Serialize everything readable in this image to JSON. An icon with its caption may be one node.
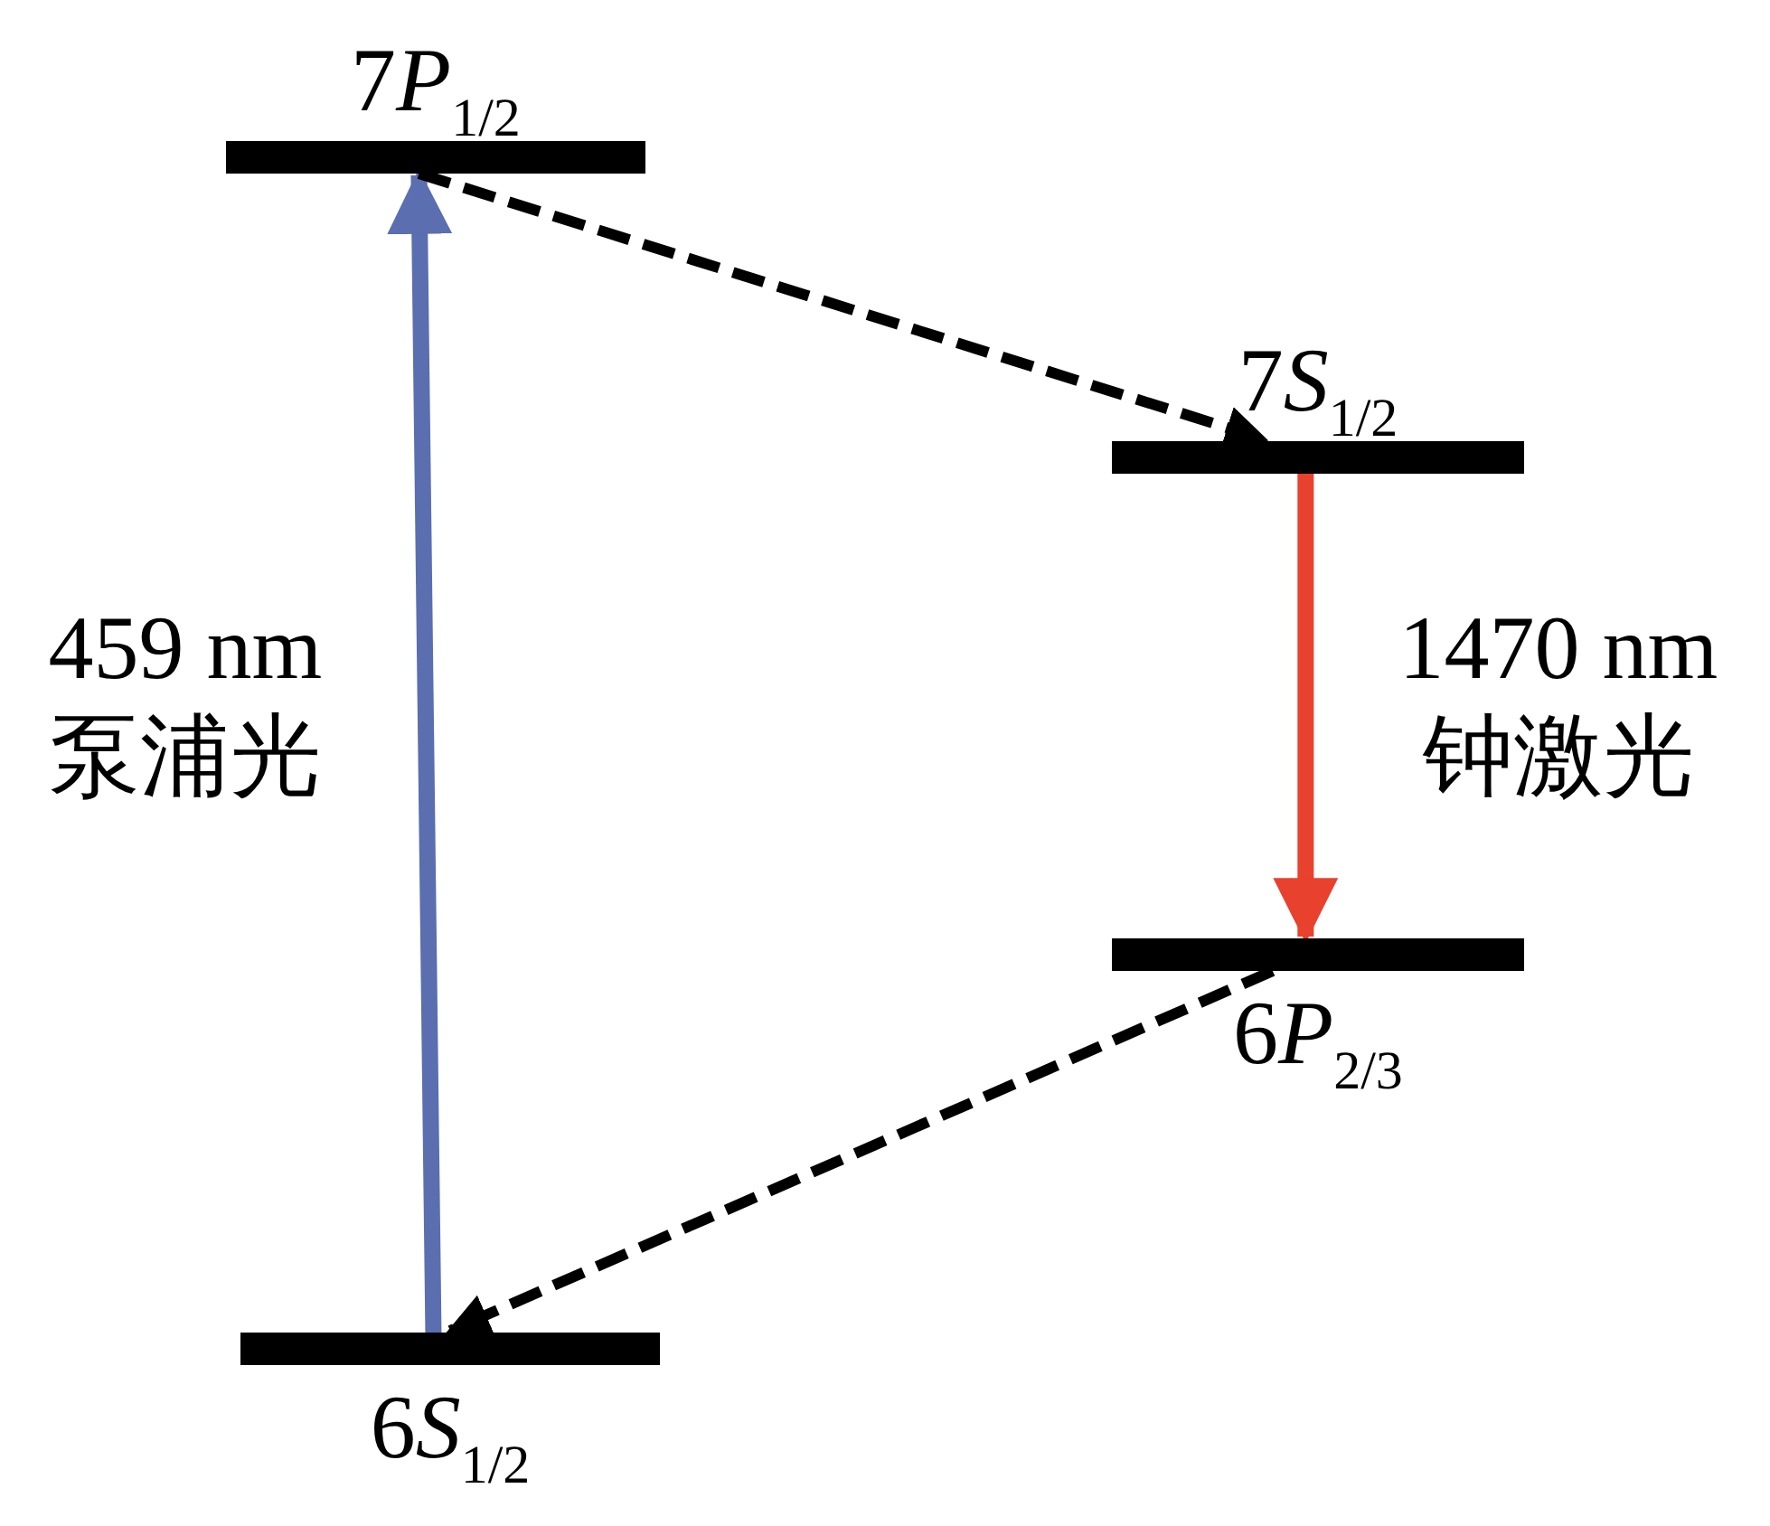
{
  "diagram": {
    "nodes": [
      {
        "text": [
          "7P$_{1/2}$"
        ]
      },
      {
        "text": [
          "7S$_{1/2}$"
        ]
      },
      {
        "text": [
          "6P$_{2/3}$"
        ]
      },
      {
        "text": [
          "6S$_{1/2}$"
        ]
      }
    ],
    "edges": [
      {
        "from": 3,
        "to": 0,
        "arrow": "to",
        "label": "459 nm 泵浦光",
        "color": "#5a6eb0"
      },
      {
        "from": 0,
        "to": 1,
        "arrow": "to",
        "style": "dashed"
      },
      {
        "from": 1,
        "to": 2,
        "arrow": "to",
        "label": "1470 nm 钟激光",
        "color": "#e8412e"
      },
      {
        "from": 2,
        "to": 3,
        "arrow": "to",
        "style": "dashed"
      }
    ]
  }
}
